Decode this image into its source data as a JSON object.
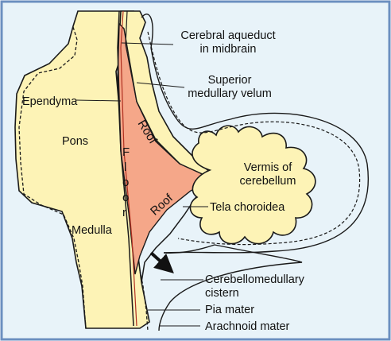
{
  "colors": {
    "background": "#e8f3f9",
    "frame": "#6b8fc0",
    "tissue": "#fdf3b6",
    "fourth_ventricle": "#f5a789",
    "outline": "#1a1a1a"
  },
  "labels": {
    "cerebral_aqueduct": [
      "Cerebral aqueduct",
      "in midbrain"
    ],
    "superior_medullary_velum": [
      "Superior",
      "medullary velum"
    ],
    "ependyma": "Ependyma",
    "pons": "Pons",
    "medulla": "Medulla",
    "roof_upper": "Roof",
    "roof_lower": "Roof",
    "floor_letters": [
      "F",
      "l",
      "o",
      "o",
      "r"
    ],
    "vermis": [
      "Vermis of",
      "cerebellum"
    ],
    "tela_choroidea": "Tela choroidea",
    "cisterna": [
      "Cerebellomedullary",
      "cistern"
    ],
    "pia_mater": "Pia mater",
    "arachnoid_mater": "Arachnoid mater"
  }
}
